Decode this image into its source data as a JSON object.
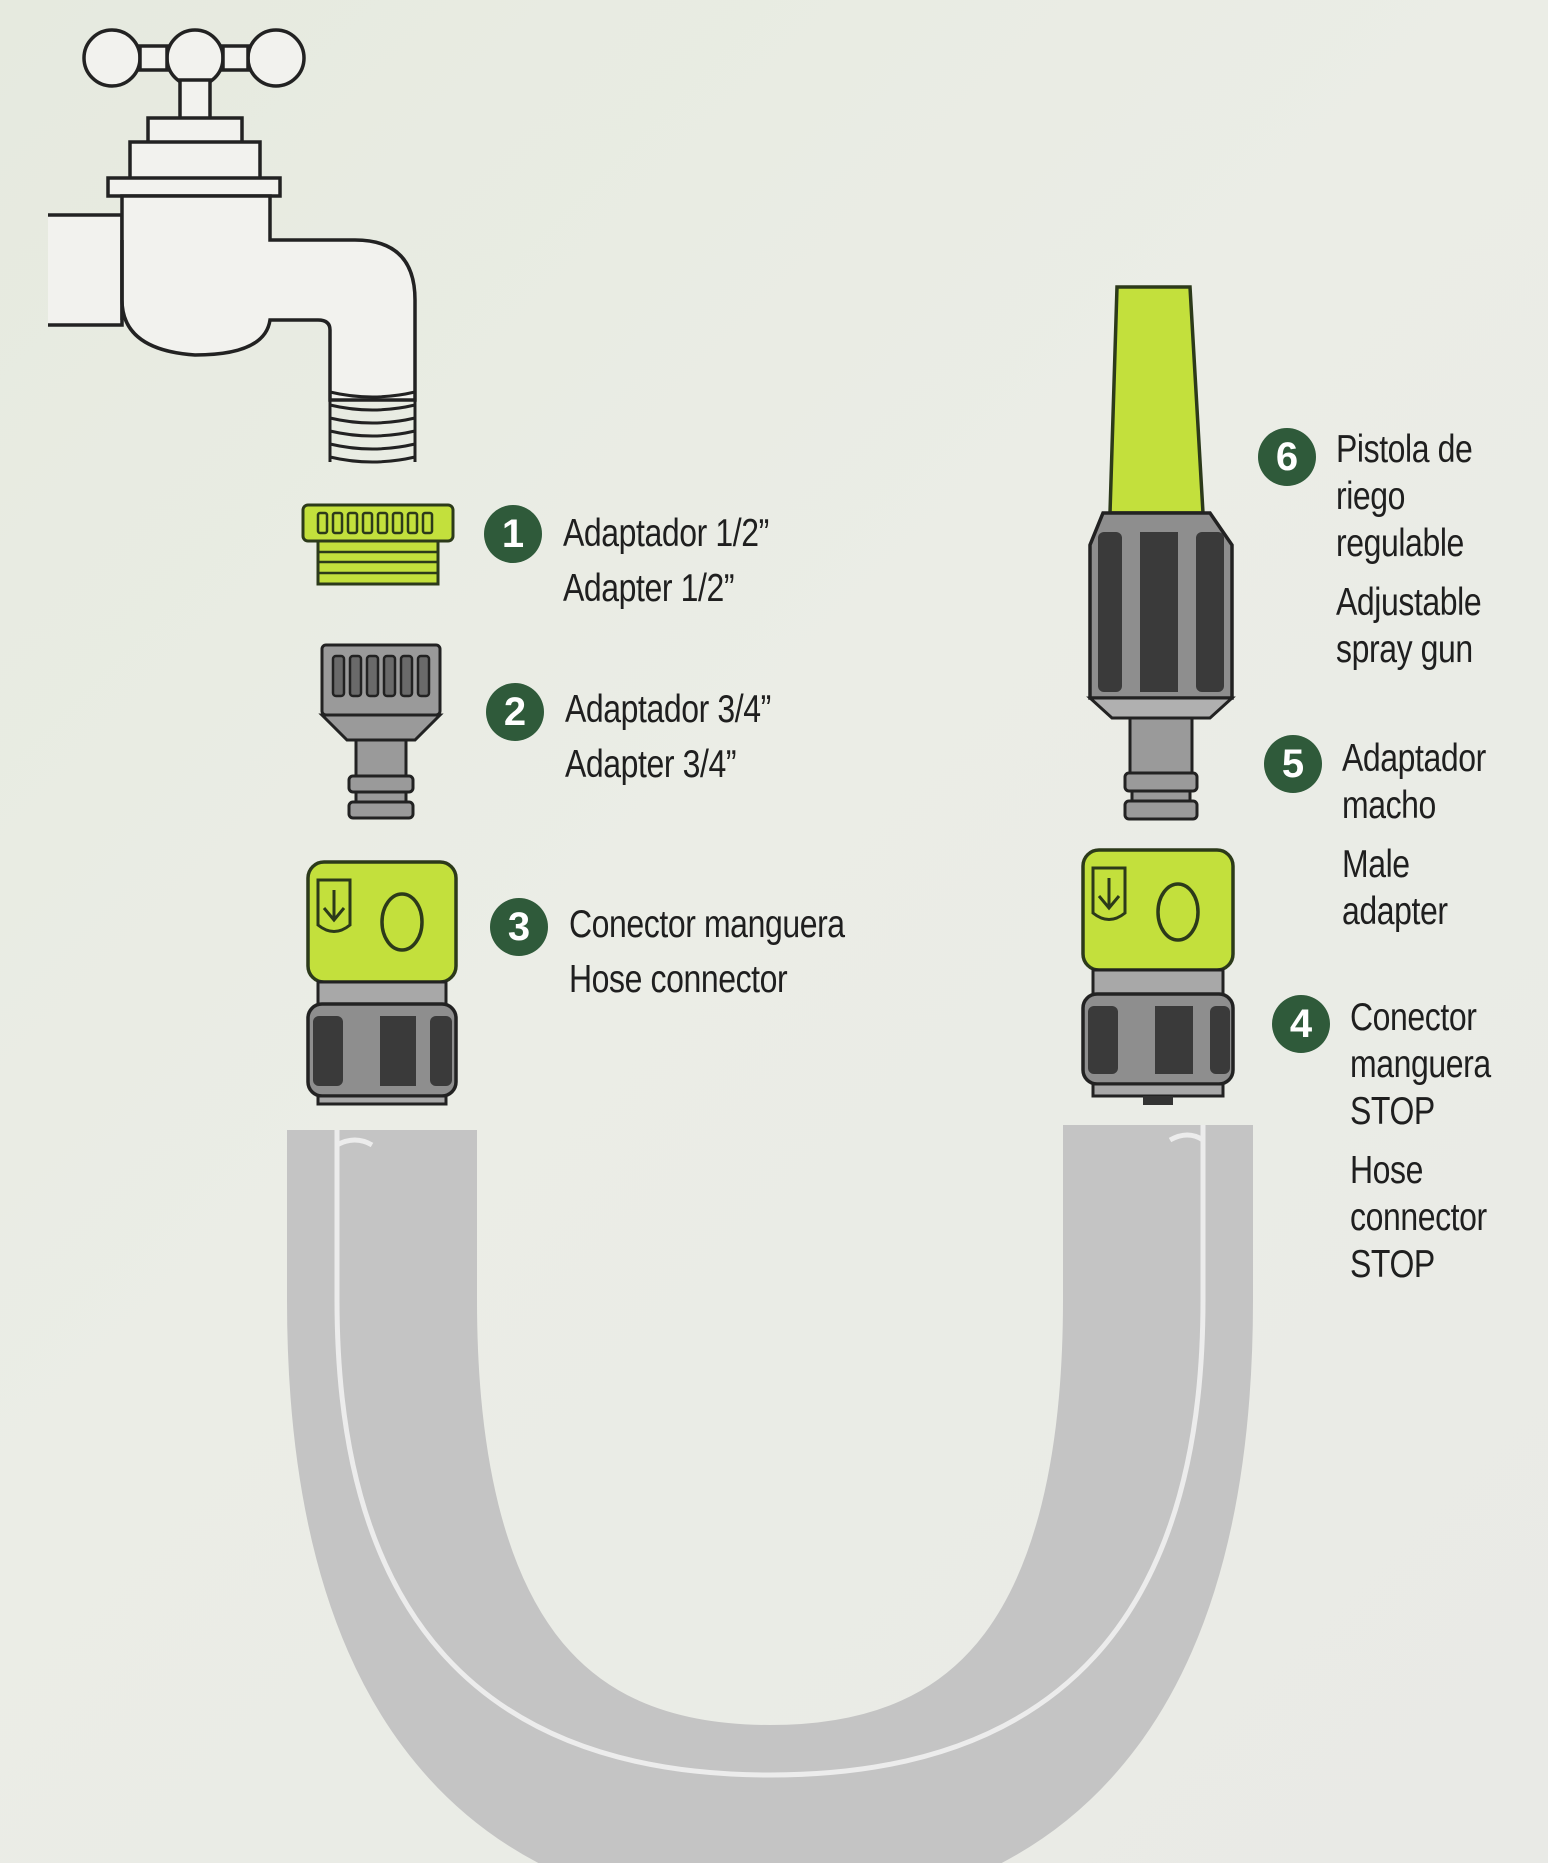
{
  "items": [
    {
      "number": "1",
      "es": "Adaptador 1/2”",
      "en": "Adapter 1/2”"
    },
    {
      "number": "2",
      "es": "Adaptador 3/4”",
      "en": "Adapter 3/4”"
    },
    {
      "number": "3",
      "es": "Conector manguera",
      "en": "Hose connector"
    },
    {
      "number": "4",
      "es": [
        "Conector",
        "manguera",
        "STOP"
      ],
      "en": [
        "Hose",
        "connector",
        "STOP"
      ]
    },
    {
      "number": "5",
      "es": [
        "Adaptador",
        "macho"
      ],
      "en": [
        "Male",
        "adapter"
      ]
    },
    {
      "number": "6",
      "es": [
        "Pistola de",
        "riego",
        "regulable"
      ],
      "en": [
        "Adjustable",
        "spray gun"
      ]
    }
  ],
  "colors": {
    "accent_green": "#c3e03c",
    "badge_green": "#2f5a3a",
    "dark_grey": "#3a3a3a",
    "hose_grey": "#c4c4c4"
  }
}
